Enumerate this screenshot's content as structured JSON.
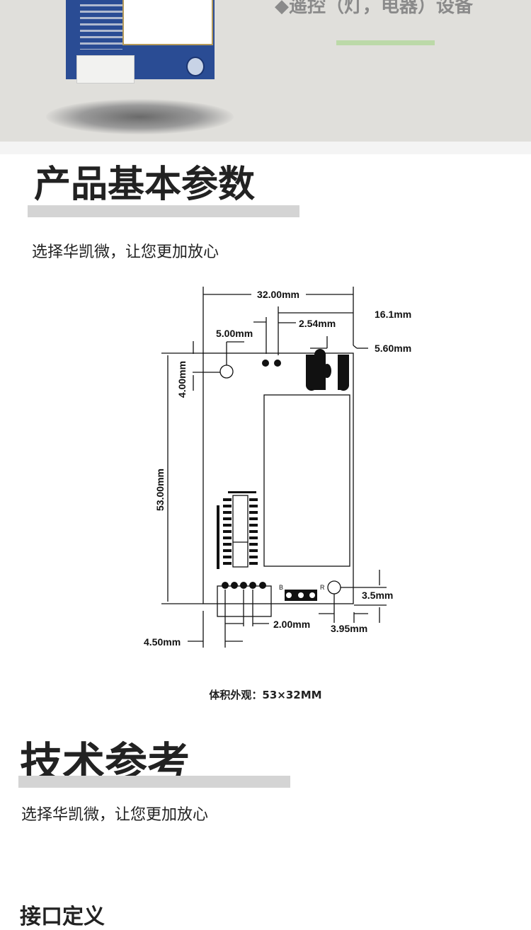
{
  "hero": {
    "feature_text": "◆遥控（灯，电器）设备",
    "accent_color": "#bcd9a8"
  },
  "section1": {
    "title": "产品基本参数",
    "subtitle": "选择华凯微，让您更加放心",
    "caption": "体积外观：53×32MM"
  },
  "diagram": {
    "width_label": "32.00mm",
    "offset_161": "16.1mm",
    "pitch_254": "2.54mm",
    "hole_500": "5.00mm",
    "offset_560": "5.60mm",
    "height_label": "53.00mm",
    "hole_400": "4.00mm",
    "pitch_200": "2.00mm",
    "hole_35": "3.5mm",
    "hole_395": "3.95mm",
    "offset_450": "4.50mm",
    "silk_b": "B",
    "silk_r": "R"
  },
  "section2": {
    "title": "技术参考",
    "subtitle": "选择华凯微，让您更加放心"
  },
  "section3": {
    "title": "接口定义"
  }
}
